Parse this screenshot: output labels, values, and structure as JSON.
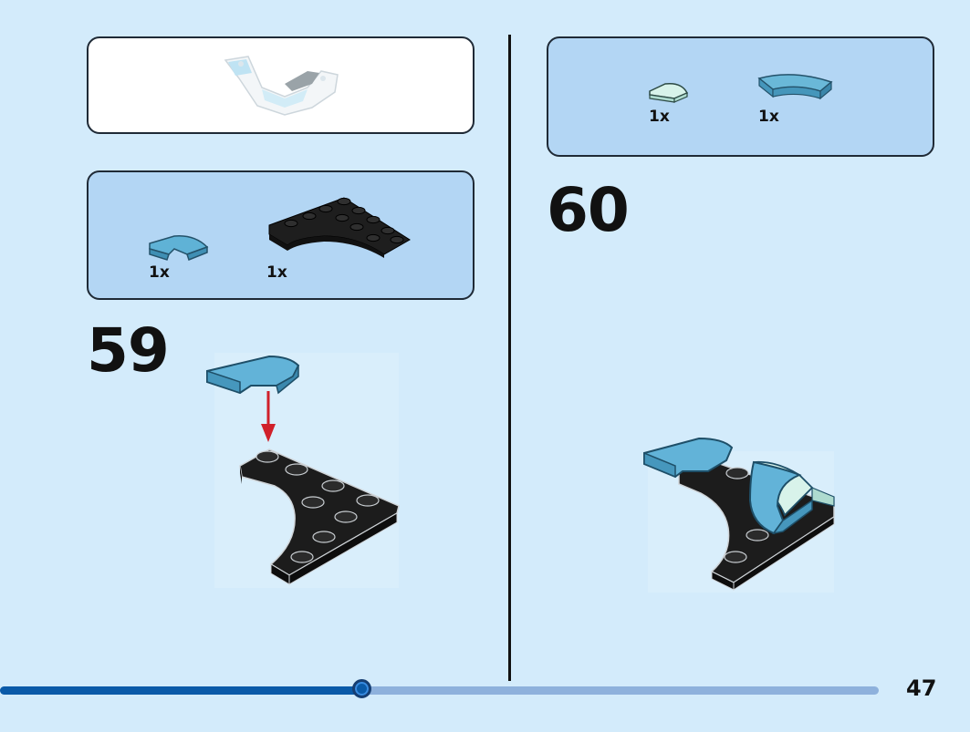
{
  "page": {
    "number": "47",
    "progress_percent": 41
  },
  "colors": {
    "background": "#d3ebfb",
    "parts_panel": "#b3d6f4",
    "progress_done": "#0a5aa8",
    "progress_rest": "#8eb1dc",
    "arrow": "#d0202a"
  },
  "step59": {
    "number": "59",
    "parts": [
      {
        "name": "medium-azure-slope-curved-2x1",
        "qty": "1x"
      },
      {
        "name": "black-wedge-plate-4x4-cutout",
        "qty": "1x"
      }
    ]
  },
  "step60": {
    "number": "60",
    "parts": [
      {
        "name": "light-aqua-round-tile-quarter",
        "qty": "1x"
      },
      {
        "name": "medium-azure-macaroni-tile",
        "qty": "1x"
      }
    ]
  }
}
